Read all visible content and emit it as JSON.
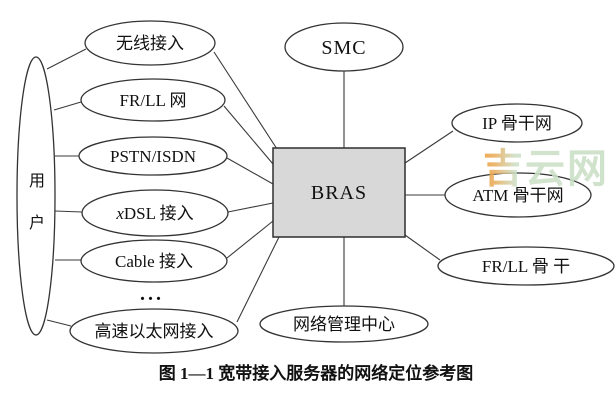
{
  "nodes": {
    "user": {
      "line1": "用",
      "line2": "户"
    },
    "wireless": "无线接入",
    "frll_net": "FR/LL 网",
    "pstn": "PSTN/ISDN",
    "xdsl_italic": "x",
    "xdsl_rest": "DSL 接入",
    "cable": "Cable 接入",
    "dots": "...",
    "ethernet": "高速以太网接入",
    "smc": "SMC",
    "bras": "BRAS",
    "ip_backbone": "IP 骨干网",
    "atm_backbone": "ATM 骨干网",
    "frll_backbone": "FR/LL 骨 干",
    "nmc": "网络管理中心"
  },
  "caption": "图 1—1 宽带接入服务器的网络定位参考图",
  "watermark": "吉云网",
  "colors": {
    "node_fill": "#ffffff",
    "bras_fill": "#d8d8d8",
    "line_stroke": "#333333",
    "watermark_orange": "#ee9f3e",
    "watermark_green": "#cde1c8"
  }
}
